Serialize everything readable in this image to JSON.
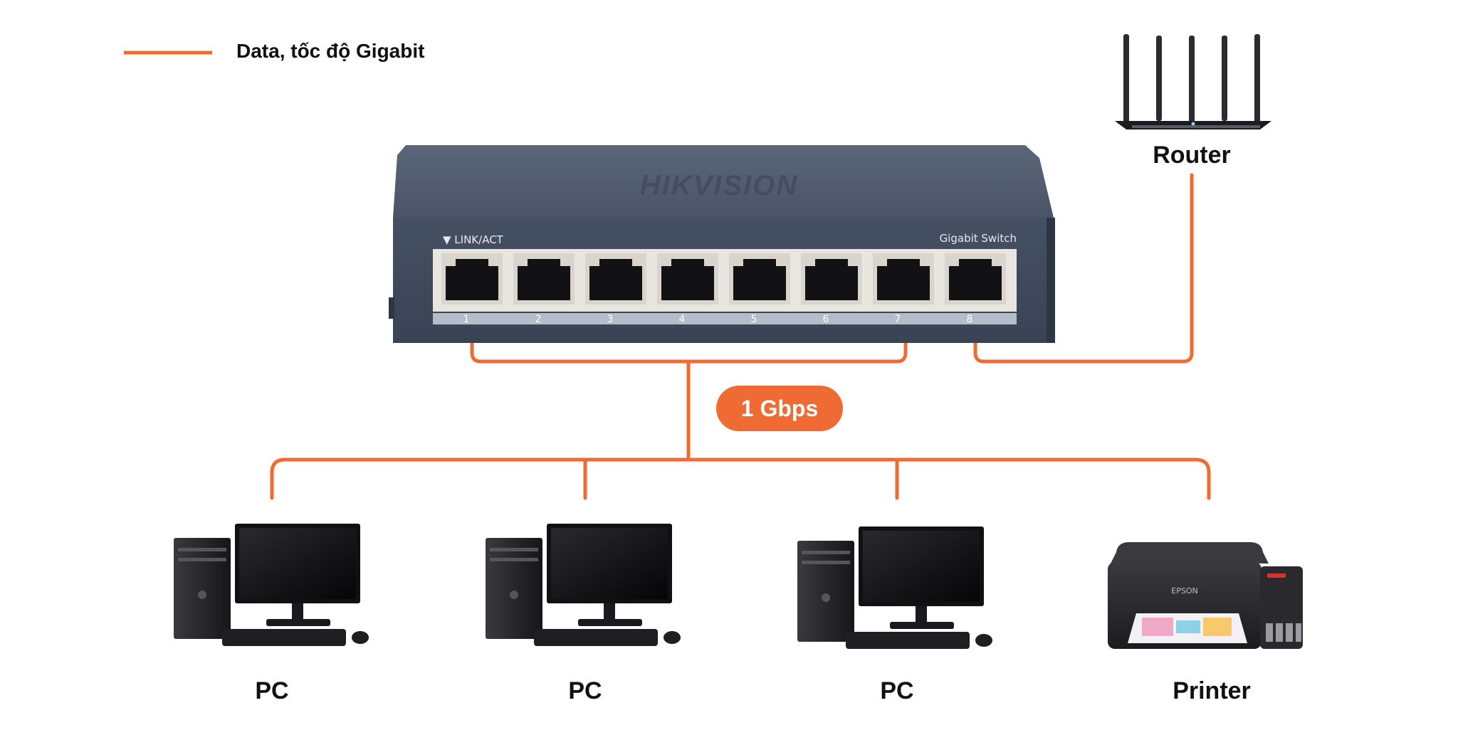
{
  "legend": {
    "label": "Data, tốc độ Gigabit",
    "line_color": "#ef6b33"
  },
  "switch": {
    "brand": "HIKVISION",
    "left_caption": "▼ LINK/ACT",
    "right_caption": "Gigabit Switch",
    "ports": [
      "1",
      "2",
      "3",
      "4",
      "5",
      "6",
      "7",
      "8"
    ]
  },
  "router": {
    "label": "Router"
  },
  "link_speed": "1 Gbps",
  "devices": [
    {
      "label": "PC"
    },
    {
      "label": "PC"
    },
    {
      "label": "PC"
    },
    {
      "label": "Printer",
      "brand": "EPSON"
    }
  ],
  "colors": {
    "connection": "#ef6b33",
    "switch_body": "#4a566a",
    "text": "#111111"
  }
}
